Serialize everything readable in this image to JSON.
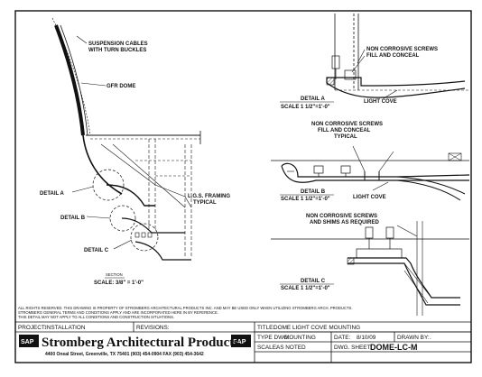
{
  "section_left": {
    "callouts": {
      "cables_line1": "SUSPENSION CABLES",
      "cables_line2": "WITH TURN BUCKLES",
      "dome": "GFR DOME",
      "framing_line1": "L.G.S. FRAMING",
      "framing_line2": "TYPICAL",
      "detail_a": "DETAIL A",
      "detail_b": "DETAIL B",
      "detail_c": "DETAIL C"
    },
    "title": "SECTION",
    "scale": "SCALE:  3/8\" = 1'-0\""
  },
  "detail_a": {
    "screws_line1": "NON CORROSIVE SCREWS",
    "screws_line2": "FILL AND CONCEAL",
    "light_cove": "LIGHT COVE",
    "title": "DETAIL A",
    "scale": "SCALE 1 1/2\"=1'-0\""
  },
  "detail_b": {
    "screws_line1": "NON CORROSIVE SCREWS",
    "screws_line2": "FILL AND CONCEAL",
    "screws_line3": "TYPICAL",
    "light_cove": "LIGHT COVE",
    "title": "DETAIL B",
    "scale": "SCALE 1 1/2\"=1'-0\""
  },
  "detail_c": {
    "screws_line1": "NON CORROSIVE SCREWS",
    "screws_line2": "AND SHIMS AS REQUIRED",
    "title": "DETAIL C",
    "scale": "SCALE 1 1/2\"=1'-0\""
  },
  "notes": {
    "line1": "ALL RIGHTS RESERVED. THIS DRAWING IS PROPERTY OF STROMBERG ARCHITECTURAL PRODUCTS INC. AND MAY BE USED ONLY WHEN UTILIZING STROMBERG ARCH. PRODUCTS.",
    "line2": "STROMBERG GENERAL TERMS AND CONDITIONS APPLY AND ARE INCORPORATED HERE IN BY REFERENCE.",
    "line3": "THIS DETAIL MAY NOT APPLY TO ALL CONDITIONS AND CONSTRUCTION SITUATIONS."
  },
  "title_block": {
    "project_label": "PROJECT:",
    "project_value": "INSTALLATION",
    "revisions_label": "REVISIONS:",
    "title_label": "TITLE:",
    "title_value": "DOME LIGHT COVE MOUNTING",
    "type_label": "TYPE DWG:",
    "type_value": "MOUNTING",
    "date_label": "DATE:",
    "date_value": "8/10/09",
    "drawn_label": "DRAWN BY:",
    "drawn_value": ".",
    "scale_label": "SCALE:",
    "scale_value": "AS NOTED",
    "sheet_label": "DWG. SHEET:",
    "sheet_value": "DOME-LC-M",
    "company": "Stromberg Architectural Products",
    "address": "4400 Oneal Street, Greenville, TX  75401   (903) 454-0904   FAX (903) 454-3642",
    "logo_text": "SAP"
  }
}
